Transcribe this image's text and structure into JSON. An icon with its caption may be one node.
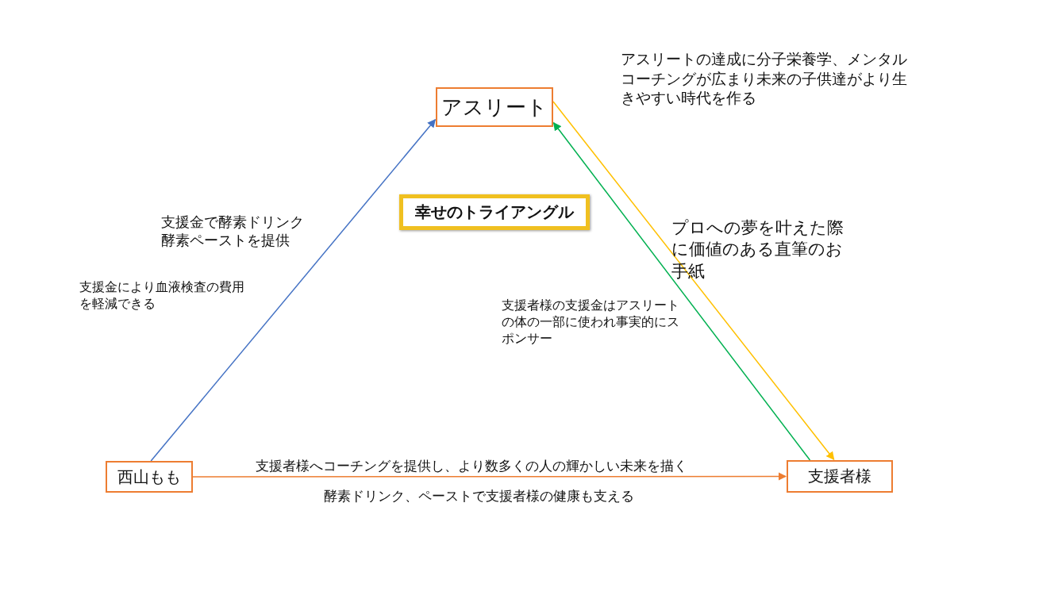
{
  "diagram": {
    "nodes": [
      {
        "text": [
          "アスリート"
        ]
      },
      {
        "text": [
          "幸せのトライアングル"
        ]
      },
      {
        "text": [
          "西山もも"
        ]
      },
      {
        "text": [
          "支援者様"
        ]
      }
    ],
    "edges": [
      {
        "from": 2,
        "to": 0,
        "arrow": "to",
        "color": "#4472c4"
      },
      {
        "from": 2,
        "to": 3,
        "arrow": "to",
        "color": "#ed7d31"
      },
      {
        "from": 0,
        "to": 3,
        "arrow": "to",
        "color": "#ffc000"
      },
      {
        "from": 3,
        "to": 0,
        "arrow": "to",
        "color": "#00b050"
      }
    ],
    "labels": [
      "アスリートの達成に分子栄養学、メンタルコーチングが広まり未来の子供達がより生きやすい時代を作る",
      "支援金で酵素ドリンク酵素ペーストを提供",
      "プロへの夢を叶えた際に価値のある直筆のお手紙",
      "支援金により血液検査の費用を軽減できる",
      "支援者様の支援金はアスリートの体の一部に使われ事実的にスポンサー",
      "支援者様へコーチングを提供し、より数多くの人の輝かしい未来を描く",
      "酵素ドリンク、ペーストで支援者様の健康も支える"
    ]
  }
}
